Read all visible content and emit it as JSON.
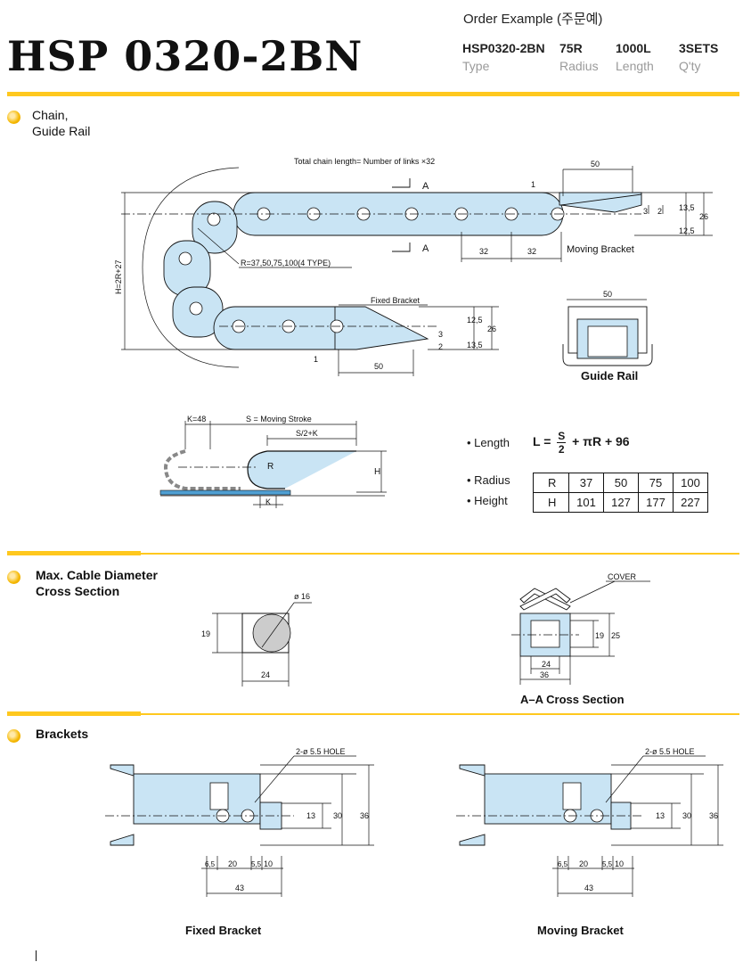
{
  "header": {
    "model": "HSP 0320-2BN",
    "order_title": "Order Example (주문예)",
    "order_values": [
      "HSP0320-2BN",
      "75R",
      "1000L",
      "3SETS"
    ],
    "order_labels": [
      "Type",
      "Radius",
      "Length",
      "Q'ty"
    ]
  },
  "section_chain": {
    "title_line1": "Chain,",
    "title_line2": "Guide Rail",
    "total_length": "Total chain length= Number of links ×32",
    "dim_50_top": "50",
    "dim_1": "1",
    "dim_3": "3",
    "dim_2": "2",
    "dim_13_5": "13,5",
    "dim_12_5": "12,5",
    "dim_26": "26",
    "section_mark": "A",
    "pitch_1": "32",
    "pitch_2": "32",
    "moving_bracket": "Moving Bracket",
    "radius_note": "R=37,50,75,100(4 TYPE)",
    "height_note": "H=2R+27",
    "fixed_bracket": "Fixed Bracket",
    "dim_50_bottom": "50",
    "rail_dim_50": "50",
    "guide_rail": "Guide Rail"
  },
  "stroke_diagram": {
    "k48": "K=48",
    "stroke": "S = Moving Stroke",
    "s2k": "S/2+K",
    "r": "R",
    "h": "H",
    "k": "K"
  },
  "formula": {
    "length_label": "• Length",
    "lhs": "L =",
    "numerator": "S",
    "denominator": "2",
    "rest": "+ πR + 96"
  },
  "spec_table": {
    "radius_label": "• Radius",
    "height_label": "• Height",
    "row_r": [
      "R",
      "37",
      "50",
      "75",
      "100"
    ],
    "row_h": [
      "H",
      "101",
      "127",
      "177",
      "227"
    ]
  },
  "section_cable": {
    "title_line1": "Max. Cable Diameter",
    "title_line2": "Cross Section",
    "dia": "ø 16",
    "dim_19": "19",
    "dim_24": "24",
    "cover": "COVER",
    "aa_19": "19",
    "aa_25": "25",
    "aa_24": "24",
    "aa_36": "36",
    "aa_caption": "A–A Cross Section"
  },
  "section_brackets": {
    "title": "Brackets",
    "hole_note": "2-ø 5.5 HOLE",
    "dim_13": "13",
    "dim_30": "30",
    "dim_36": "36",
    "dim_6_5a": "6,5",
    "dim_20": "20",
    "dim_5_5": "5,5",
    "dim_10": "10",
    "dim_43": "43",
    "fixed_caption": "Fixed Bracket",
    "moving_caption": "Moving Bracket"
  },
  "colors": {
    "accent": "#ffc81e",
    "part_fill": "#c9e4f4"
  }
}
